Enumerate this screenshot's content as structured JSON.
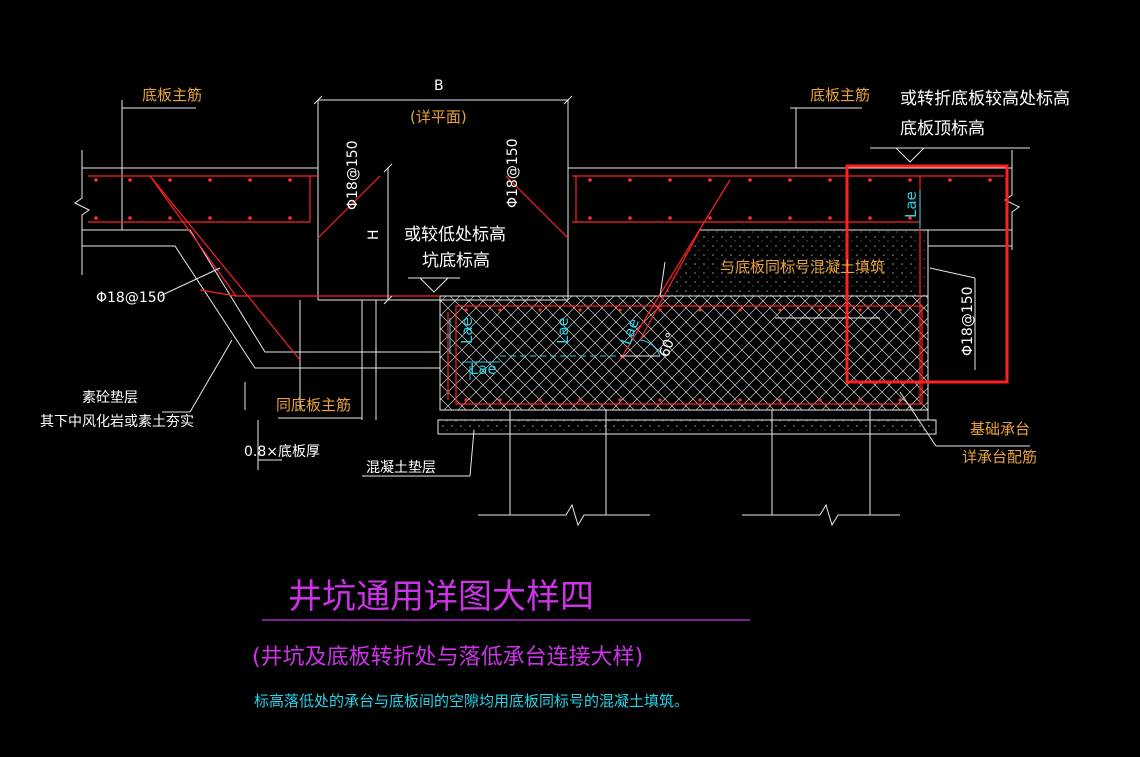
{
  "colors": {
    "background": "#000000",
    "rebar": "#ff2020",
    "outline": "#e8e8e8",
    "label_yellow": "#e8a33a",
    "label_white": "#ffffff",
    "dimension_cyan": "#27d3e8",
    "title_magenta": "#cc33e6",
    "highlight_box": "#ff2020"
  },
  "labels": {
    "bottom_slab_main_rebar_left": "底板主筋",
    "bottom_slab_main_rebar_right": "底板主筋",
    "dim_b": "B",
    "see_plan": "(详平面)",
    "rebar_left_vertical": "Φ18@150",
    "rebar_right_vertical": "Φ18@150",
    "dim_h": "H",
    "pit_bottom_line1": "或较低处标高",
    "pit_bottom_line2": "坑底标高",
    "turn_slab_line1": "或转折底板较高处标高",
    "turn_slab_line2": "底板顶标高",
    "rebar_left_slope": "Φ18@150",
    "fill_concrete": "与底板同标号混凝土填筑",
    "plain_concrete_line1": "素砼垫层",
    "plain_concrete_line2": "其下中风化岩或素土夯实",
    "same_slab_rebar": "同底板主筋",
    "thickness_note": "0.8×底板厚",
    "concrete_cushion": "混凝土垫层",
    "pile_cap_line1": "基础承台",
    "pile_cap_line2": "详承台配筋",
    "rebar_right_box": "Φ18@150",
    "lae": "Lae",
    "angle": "60°"
  },
  "title": {
    "main": "井坑通用详图大样四",
    "sub": "(井坑及底板转折处与落低承台连接大样)",
    "note": "标高落低处的承台与底板间的空隙均用底板同标号的混凝土填筑。"
  }
}
